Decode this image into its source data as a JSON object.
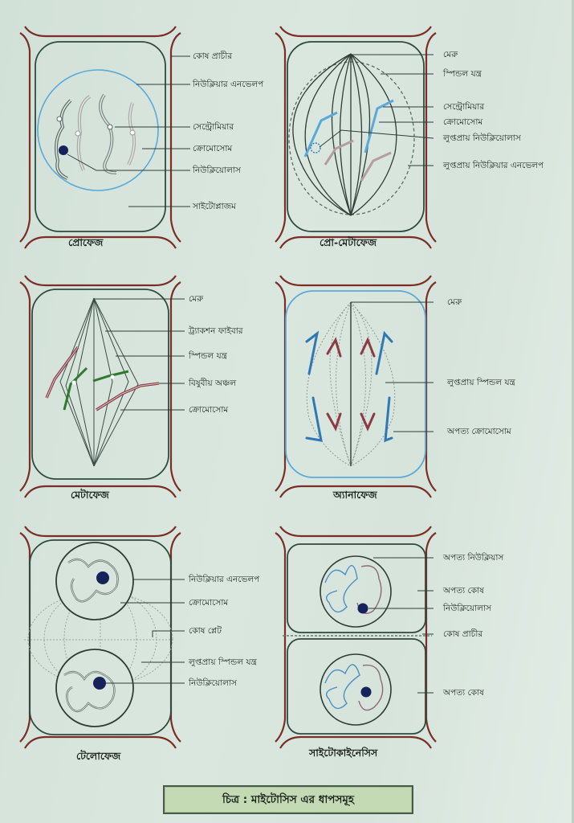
{
  "figure": {
    "title": "চিত্র : মাইটোসিস এর ধাপসমূহ",
    "colors": {
      "cell_wall": "#7b2e25",
      "cell_membrane": "#2f4a3f",
      "nuclear_envelope_blue": "#5aa9d6",
      "chromosome_blue": "#2f78b4",
      "chromosome_maroon": "#8c3b45",
      "chromosome_green": "#2f7a2f",
      "nucleolus": "#15235a",
      "background": "#d5e3db",
      "title_box": "#c4dab4"
    }
  },
  "panels": [
    {
      "name": "prophase",
      "caption": "প্রোফেজ",
      "labels": [
        "কোষ প্রাচীর",
        "নিউক্লিয়ার এনভেলপ",
        "সেন্ট্রোমিয়ার",
        "ক্রোমোসোম",
        "নিউক্লিয়োলাস",
        "সাইটোপ্লাজম"
      ]
    },
    {
      "name": "prometaphase",
      "caption": "প্রো-মেটাফেজ",
      "labels": [
        "মেরু",
        "স্পিন্ডল যন্ত্র",
        "সেন্ট্রোমিয়ার",
        "ক্রোমোসোম",
        "লুপ্তপ্রায় নিউক্লিয়োলাস",
        "লুপ্তপ্রায় নিউক্লিয়ার এনভেলপ"
      ]
    },
    {
      "name": "metaphase",
      "caption": "মেটাফেজ",
      "labels": [
        "মেরু",
        "ট্র্যাকশন ফাইবার",
        "স্পিন্ডল যন্ত্র",
        "বিষুবীয় অঞ্চল",
        "ক্রোমোসোম"
      ]
    },
    {
      "name": "anaphase",
      "caption": "অ্যানাফেজ",
      "labels": [
        "মেরু",
        "লুপ্তপ্রায় স্পিন্ডল যন্ত্র",
        "অপত্য ক্রোমোসোম"
      ]
    },
    {
      "name": "telophase",
      "caption": "টেলোফেজ",
      "labels": [
        "নিউক্লিয়ার এনভেলপ",
        "ক্রোমোসোম",
        "কোষ প্লেট",
        "লুপ্তপ্রায় স্পিন্ডল যন্ত্র",
        "নিউক্লিয়োলাস"
      ]
    },
    {
      "name": "cytokinesis",
      "caption": "সাইটোকাইনেসিস",
      "labels": [
        "অপত্য নিউক্লিয়াস",
        "অপত্য কোষ",
        "নিউক্লিয়োলাস",
        "কোষ প্রাচীর",
        "অপত্য কোষ"
      ]
    }
  ]
}
